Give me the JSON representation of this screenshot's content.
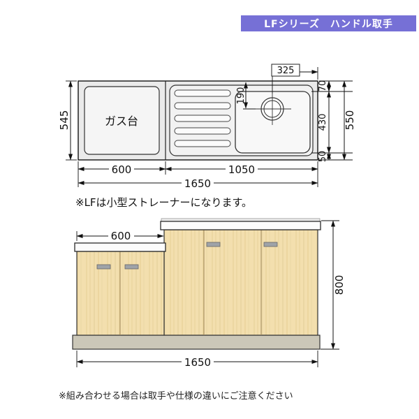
{
  "badge": {
    "text": "LFシリーズ　ハンドル取手"
  },
  "plan": {
    "gas_label": "ガス台",
    "note": "※LFは小型ストレーナーになります。",
    "dims": {
      "sink_offset": "325",
      "drain_center": "190",
      "edge_top": "70",
      "bowl_depth": "430",
      "edge_bottom": "50",
      "overall_depth": "550",
      "counter_depth": "545",
      "gas_width": "600",
      "sink_width": "1050",
      "total_width": "1650"
    }
  },
  "elevation": {
    "dims": {
      "gas_width": "600",
      "height": "800",
      "total_width": "1650"
    }
  },
  "footer": {
    "note": "※組み合わせる場合は取手や仕様の違いにご注意ください"
  },
  "colors": {
    "badge_bg": "#7670D6",
    "cabinet_wood": "#F3DFAE",
    "wood_grain": "#E4CD96",
    "handle": "#9FA3A8",
    "base_panel": "#CBC7B8",
    "counter_fill": "#EAEAEA"
  }
}
